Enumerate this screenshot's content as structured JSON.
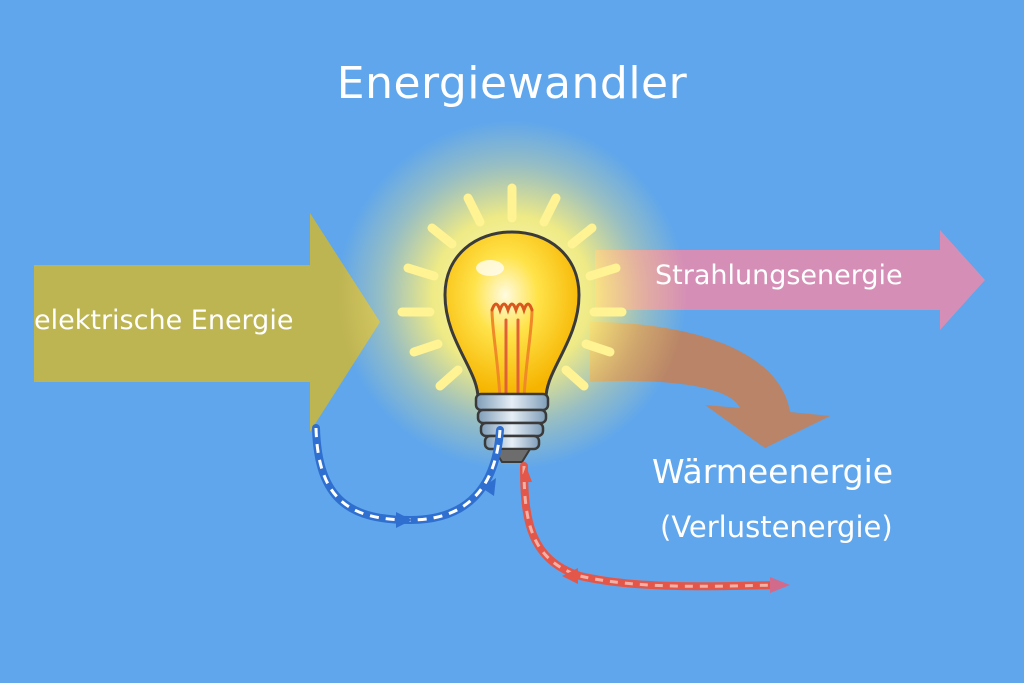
{
  "title": "Energiewandler",
  "input_energy": "elektrische Energie",
  "output_light": "Strahlungsenergie",
  "output_heat": "Wärmeenergie",
  "output_heat_note": "(Verlustenergie)",
  "colors": {
    "background": "#5fa6ec",
    "electric": "#bdb452",
    "radiation": "#d58fb6",
    "heat": "#b98467",
    "bulb_glass": "#fdd52a",
    "wire_in": "#2f6fcf",
    "wire_out": "#e2574a"
  }
}
